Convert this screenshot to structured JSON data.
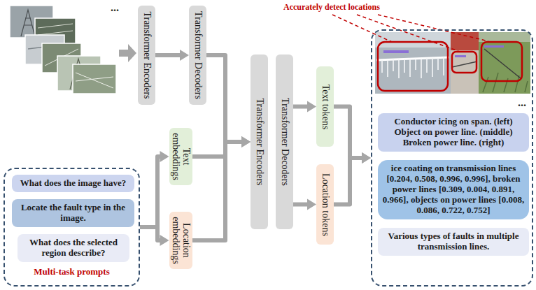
{
  "diagram": {
    "nodes": [
      {
        "text": [
          "Multi-task prompts"
        ]
      },
      {
        "text": [
          "What does the image have?"
        ],
        "in": 0
      },
      {
        "text": [
          "Locate the fault type in the image."
        ],
        "in": 0
      },
      {
        "text": [
          "What does the selected region describe?"
        ],
        "in": 0
      },
      {
        "text": [
          "Transformer Encoders"
        ]
      },
      {
        "text": [
          "Transformer Decoders"
        ]
      },
      {
        "text": [
          "Text embeddings"
        ]
      },
      {
        "text": [
          "Location embeddings"
        ]
      },
      {
        "text": [
          "Transformer Encoders"
        ]
      },
      {
        "text": [
          "Transformer Decoders"
        ]
      },
      {
        "text": [
          "Text tokens"
        ]
      },
      {
        "text": [
          "Location tokens"
        ]
      },
      {
        "text": [
          "..."
        ]
      },
      {
        "text": [
          "Conductor icing on span. (left) Object on power line. (middle) Broken power line. (right)"
        ],
        "in": 12
      },
      {
        "text": [
          "ice coating on transmission lines [0.204, 0.508, 0.996, 0.996], broken power lines [0.309, 0.004, 0.891, 0.966], objects on power lines [0.008, 0.086, 0.722, 0.752]"
        ],
        "in": 12
      },
      {
        "text": [
          "Various types of faults in multiple transmission lines."
        ],
        "in": 12
      }
    ],
    "edges": [
      {
        "from": 4,
        "to": 5,
        "arrow": "to"
      },
      {
        "from": 5,
        "to": 8,
        "arrow": "to"
      },
      {
        "from": 6,
        "to": 8,
        "arrow": "to"
      },
      {
        "from": 7,
        "to": 8,
        "arrow": "to"
      },
      {
        "from": 0,
        "to": 6,
        "arrow": "to"
      },
      {
        "from": 0,
        "to": 7,
        "arrow": "to"
      },
      {
        "from": 9,
        "to": 10,
        "arrow": "to"
      },
      {
        "from": 9,
        "to": 11,
        "arrow": "to"
      },
      {
        "from": 10,
        "to": 12,
        "arrow": "to"
      },
      {
        "from": 11,
        "to": 12,
        "arrow": "to"
      }
    ],
    "labels": [
      "...",
      "Accurately detect locations"
    ]
  }
}
